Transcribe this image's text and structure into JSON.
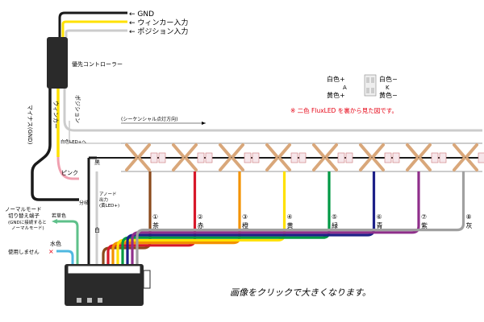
{
  "inputs": {
    "gnd": "← GND",
    "winker": "← ウィンカー入力",
    "position": "← ポジション入力"
  },
  "controller_label": "優先コントローラー",
  "side_labels": {
    "minus": "マイナス(GND)",
    "winker": "ウィンカー",
    "position": "ポジション",
    "white_led": "白色LED+へ",
    "pink": "ピンク",
    "black": "黒",
    "branch": "分岐",
    "anode_line1": "アノード",
    "anode_line2": "出力",
    "anode_line3": "(黄LED+)",
    "white": "白",
    "normal_mode_line1": "ノーマルモード",
    "normal_mode_line2": "切り替え端子",
    "normal_mode_line3": "(GNDに接続すると",
    "normal_mode_line4": "ノーマルモード)",
    "brown_green": "若草色",
    "light_blue": "水色",
    "unused": "使用しません",
    "unused_mark": "×",
    "sequential": "(シーケンシャル点灯方向)"
  },
  "led_legend": {
    "white_plus": "白色+",
    "a": "A",
    "yellow_plus": "黄色+",
    "white_minus": "白色−",
    "k": "K",
    "yellow_minus": "黄色−"
  },
  "note": "※ 二色 FluxLED を裏から見た図です。",
  "channels": [
    {
      "num": "①",
      "name": "茶",
      "color": "#8b4a1c"
    },
    {
      "num": "②",
      "name": "赤",
      "color": "#d7182a"
    },
    {
      "num": "③",
      "name": "橙",
      "color": "#f39200"
    },
    {
      "num": "④",
      "name": "黄",
      "color": "#ffe100"
    },
    {
      "num": "⑤",
      "name": "緑",
      "color": "#009944"
    },
    {
      "num": "⑥",
      "name": "青",
      "color": "#1d2088"
    },
    {
      "num": "⑦",
      "name": "紫",
      "color": "#8f2f8b"
    },
    {
      "num": "⑧",
      "name": "灰",
      "color": "#a0a0a0"
    }
  ],
  "caption": "画像をクリックで大きくなります。",
  "colors": {
    "black": "#1a1a1a",
    "yellow": "#ffe100",
    "gray": "#b0b0b0",
    "pink": "#f0a0b0",
    "red_note": "#e60012",
    "light_green": "#5ec08a",
    "light_blue": "#4fb8e0",
    "resistor": "#d9a77a"
  }
}
